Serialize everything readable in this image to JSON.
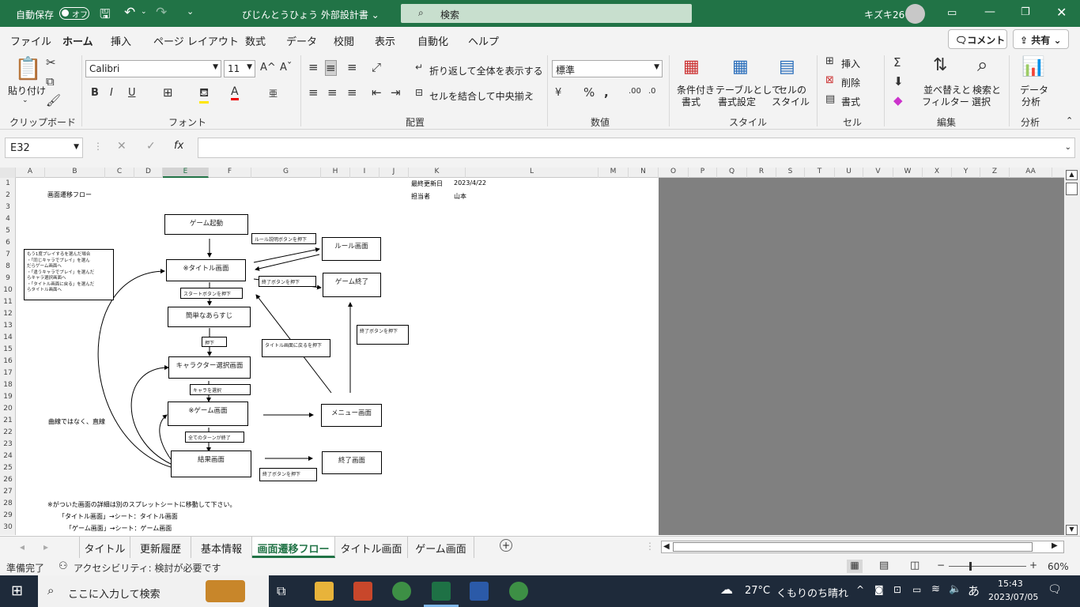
{
  "titlebar": {
    "autosave": "自動保存",
    "toggle": "オフ",
    "filename": "びじんとうひょう 外部設計書",
    "search_placeholder": "検索",
    "user": "キズキ26"
  },
  "menu": {
    "tabs": [
      "ファイル",
      "ホーム",
      "挿入",
      "ページ レイアウト",
      "数式",
      "データ",
      "校閲",
      "表示",
      "自動化",
      "ヘルプ"
    ],
    "active": "ホーム",
    "comment": "コメント",
    "share": "共有"
  },
  "ribbon": {
    "paste": "貼り付け",
    "clipboard": "クリップボード",
    "font_name": "Calibri",
    "font_size": "11",
    "font_group": "フォント",
    "wrap": "折り返して全体を表示する",
    "merge": "セルを結合して中央揃え",
    "align_group": "配置",
    "number_format": "標準",
    "number_group": "数値",
    "cond_fmt_1": "条件付き",
    "cond_fmt_2": "書式",
    "table_fmt_1": "テーブルとして",
    "table_fmt_2": "書式設定",
    "cell_style_1": "セルの",
    "cell_style_2": "スタイル",
    "style_group": "スタイル",
    "insert": "挿入",
    "delete": "削除",
    "format": "書式",
    "cells_group": "セル",
    "sort_1": "並べ替えと",
    "sort_2": "フィルター",
    "find_1": "検索と",
    "find_2": "選択",
    "edit_group": "編集",
    "analyze_1": "データ",
    "analyze_2": "分析",
    "analyze_group": "分析"
  },
  "formula_bar": {
    "name_box": "E32",
    "fx": "fx"
  },
  "columns": [
    "A",
    "B",
    "C",
    "D",
    "E",
    "F",
    "G",
    "H",
    "I",
    "J",
    "K",
    "L",
    "M",
    "N",
    "O",
    "P",
    "Q",
    "R",
    "S",
    "T",
    "U",
    "V",
    "W",
    "X",
    "Y",
    "Z",
    "AA"
  ],
  "selected_column": "E",
  "rows": [
    "1",
    "2",
    "3",
    "4",
    "5",
    "6",
    "7",
    "8",
    "9",
    "10",
    "11",
    "12",
    "13",
    "14",
    "15",
    "16",
    "17",
    "18",
    "19",
    "20",
    "21",
    "22",
    "23",
    "24",
    "25",
    "26",
    "27",
    "28",
    "29",
    "30"
  ],
  "sheet": {
    "title": "画面遷移フロー",
    "last_updated_label": "最終更新日",
    "last_updated": "2023/4/22",
    "owner_label": "担当者",
    "owner": "山本",
    "boxes": {
      "game_start": "ゲーム起動",
      "title_screen": "※タイトル画面",
      "rule_screen": "ルール画面",
      "game_end": "ゲーム終了",
      "synopsis": "簡単なあらすじ",
      "char_select": "キャラクター選択画面",
      "game_screen": "※ゲーム画面",
      "menu_screen": "メニュー画面",
      "result_screen": "結果画面",
      "end_screen": "終了画面"
    },
    "labels": {
      "rule_button": "ルール説明ボタンを押下",
      "end_button_1": "終了ボタンを押下",
      "start_button": "スタートボタンを押下",
      "tap": "押下",
      "back_to_title": "タイトル画面に戻るを押下",
      "end_button_2": "終了ボタンを押下",
      "select_char": "キャラを選択",
      "all_turns": "全てのターンが終了",
      "end_button_3": "終了ボタンを押下"
    },
    "note_lines": [
      "もう1度プレイするを選んだ場合",
      "・「同じキャラでプレイ」を選ん",
      "だらゲーム画面へ",
      "・「違うキャラでプレイ」を選んだ",
      "らキャラ選択画面へ",
      "・「タイトル画面に戻る」を選んだ",
      "らタイトル画面へ"
    ],
    "curve_note": "曲線ではなく、直線",
    "footnote": "※がついた画面の詳細は別のスプレットシートに移動して下さい。",
    "ref1": "「タイトル画面」→シート：タイトル画面",
    "ref2": "「ゲーム画面」→シート：ゲーム画面"
  },
  "tabs": {
    "items": [
      "タイトル",
      "更新履歴",
      "基本情報",
      "画面遷移フロー",
      "タイトル画面",
      "ゲーム画面"
    ],
    "active": "画面遷移フロー"
  },
  "status": {
    "ready": "準備完了",
    "accessibility": "アクセシビリティ: 検討が必要です",
    "zoom": "60%"
  },
  "taskbar": {
    "search": "ここに入力して検索",
    "weather_temp": "27°C",
    "weather_desc": "くもりのち晴れ",
    "ime": "あ",
    "time": "15:43",
    "date": "2023/07/05"
  },
  "colors": {
    "excel_green": "#217346",
    "grey_area": "#808080"
  }
}
